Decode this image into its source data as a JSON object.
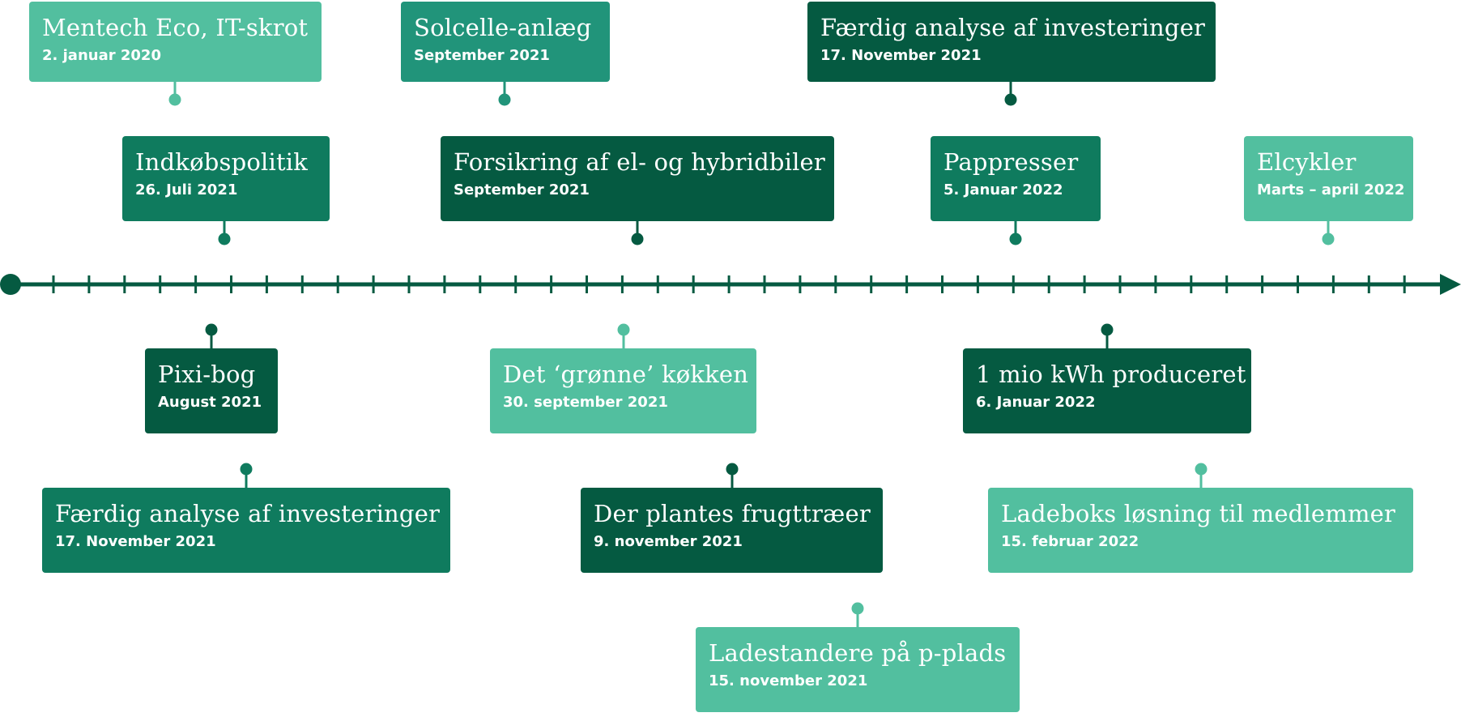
{
  "colors": {
    "axis": "#055a41",
    "shade_light": "#52bf9f",
    "shade_medium_light": "#21947a",
    "shade_medium": "#0f7b5e",
    "shade_dark": "#055a41"
  },
  "events": [
    {
      "id": "mentech-eco-it-skrot",
      "title": "Mentech Eco, IT-skrot",
      "date": "2. januar 2020",
      "shade": "shade_light"
    },
    {
      "id": "solcelle-anlaeg",
      "title": "Solcelle-anlæg",
      "date": "September 2021",
      "shade": "shade_medium_light"
    },
    {
      "id": "faerdig-analyse-top",
      "title": "Færdig analyse af investeringer",
      "date": "17. November 2021",
      "shade": "shade_dark"
    },
    {
      "id": "indkobspolitik",
      "title": "Indkøbspolitik",
      "date": "26. Juli 2021",
      "shade": "shade_medium"
    },
    {
      "id": "forsikring-el-hybridbiler",
      "title": "Forsikring af el- og hybridbiler",
      "date": "September 2021",
      "shade": "shade_dark"
    },
    {
      "id": "pappresser",
      "title": "Pappresser",
      "date": "5. Januar 2022",
      "shade": "shade_medium"
    },
    {
      "id": "elcykler",
      "title": "Elcykler",
      "date": "Marts – april 2022",
      "shade": "shade_light"
    },
    {
      "id": "pixi-bog",
      "title": "Pixi-bog",
      "date": "August 2021",
      "shade": "shade_dark"
    },
    {
      "id": "det-gronne-kokken",
      "title": "Det ‘grønne’ køkken",
      "date": "30. september 2021",
      "shade": "shade_light"
    },
    {
      "id": "1-mio-kwh",
      "title": "1 mio kWh produceret",
      "date": "6. Januar 2022",
      "shade": "shade_dark"
    },
    {
      "id": "faerdig-analyse-bottom",
      "title": "Færdig analyse af investeringer",
      "date": "17. November 2021",
      "shade": "shade_medium"
    },
    {
      "id": "der-plantes-frugttraeer",
      "title": "Der plantes frugttræer",
      "date": "9. november 2021",
      "shade": "shade_dark"
    },
    {
      "id": "ladeboks-losning",
      "title": "Ladeboks løsning til medlemmer",
      "date": "15. februar 2022",
      "shade": "shade_light"
    },
    {
      "id": "ladestandere-p-plads",
      "title": "Ladestandere på p-plads",
      "date": "15. november 2021",
      "shade": "shade_light"
    }
  ]
}
